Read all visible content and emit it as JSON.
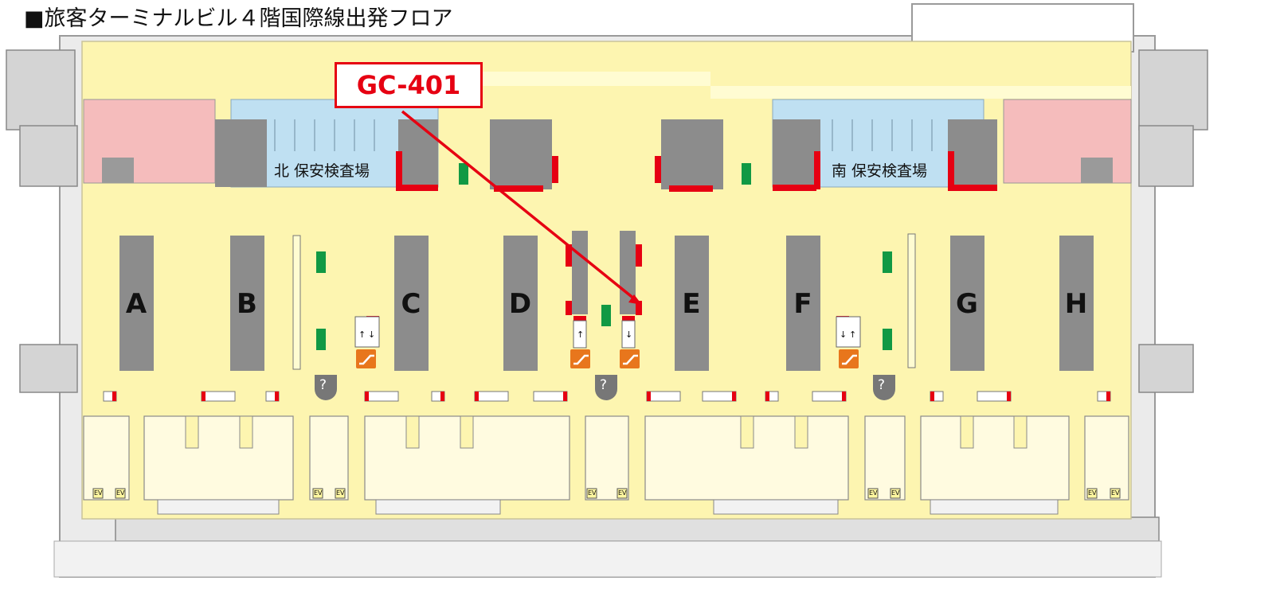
{
  "title": "■旅客ターミナルビル４階国際線出発フロア",
  "callout": {
    "label": "GC-401",
    "color": "#e60012"
  },
  "security": {
    "north": "北 保安検査場",
    "south": "南 保安検査場"
  },
  "counters": [
    "A",
    "B",
    "C",
    "D",
    "E",
    "F",
    "G",
    "H"
  ],
  "symbols": {
    "info": "?",
    "elevator": "EV",
    "escalator_up": "↑",
    "escalator_down": "↓"
  },
  "colors": {
    "floor": "#fdf5b0",
    "counter_island": "#8c8c8c",
    "security_area": "#bfe0f2",
    "restricted_area": "#f5bcbc",
    "marker_red": "#e60012",
    "marker_green": "#119944",
    "escalator_sign": "#e8761c",
    "shop_area": "#fffbe0",
    "building_grey": "#d4d4d4"
  }
}
